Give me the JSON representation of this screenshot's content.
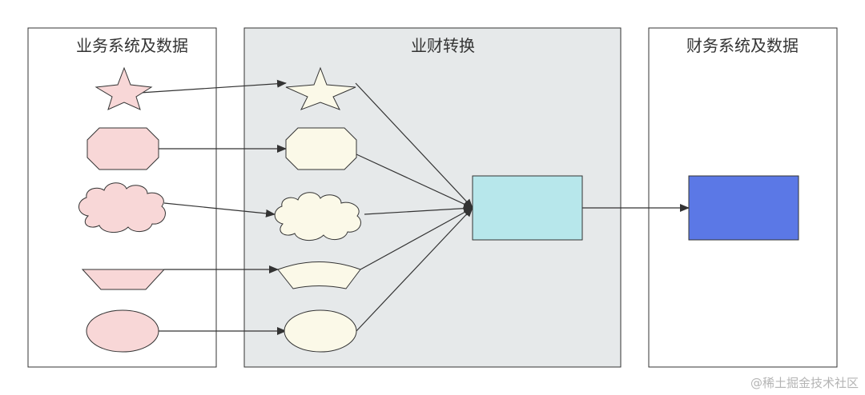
{
  "lanes": {
    "business": "业务系统及数据",
    "transform": "业财转换",
    "finance": "财务系统及数据"
  },
  "colors": {
    "lane_border": "#333333",
    "transform_fill": "#e6e9ea",
    "source_shape_fill": "#f8d7d7",
    "mid_shape_fill": "#fbf9e8",
    "hub_fill": "#b7e7eb",
    "target_fill": "#5b78e6"
  },
  "shapes": {
    "source": [
      "star",
      "octagon",
      "cloud",
      "trapezoid",
      "ellipse"
    ],
    "transform": [
      "star",
      "octagon",
      "cloud",
      "trapezoid",
      "ellipse"
    ]
  },
  "watermark": "@稀土掘金技术社区"
}
